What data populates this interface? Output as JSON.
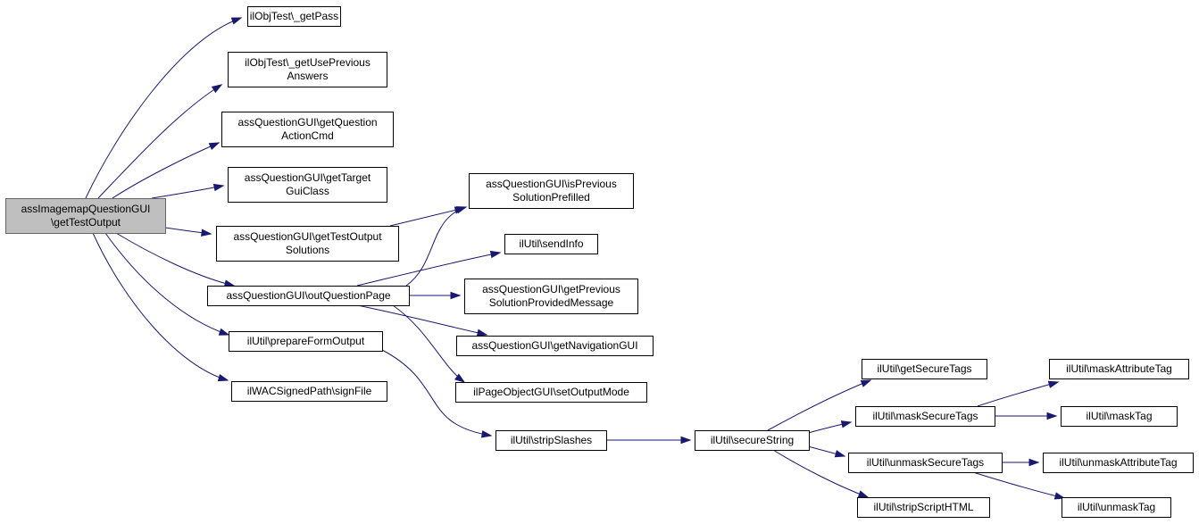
{
  "diagram": {
    "type": "call-graph",
    "nodes": [
      {
        "id": "root",
        "lines": [
          "assImagemapQuestionGUI",
          "\\getTestOutput"
        ],
        "highlighted": true
      },
      {
        "id": "getPass",
        "lines": [
          "ilObjTest\\_getPass"
        ]
      },
      {
        "id": "getUsePrev",
        "lines": [
          "ilObjTest\\_getUsePrevious",
          "Answers"
        ]
      },
      {
        "id": "getQAC",
        "lines": [
          "assQuestionGUI\\getQuestion",
          "ActionCmd"
        ]
      },
      {
        "id": "getTarget",
        "lines": [
          "assQuestionGUI\\getTarget",
          "GuiClass"
        ]
      },
      {
        "id": "getTOS",
        "lines": [
          "assQuestionGUI\\getTestOutput",
          "Solutions"
        ]
      },
      {
        "id": "outQP",
        "lines": [
          "assQuestionGUI\\outQuestionPage"
        ]
      },
      {
        "id": "prepForm",
        "lines": [
          "ilUtil\\prepareFormOutput"
        ]
      },
      {
        "id": "signFile",
        "lines": [
          "ilWACSignedPath\\signFile"
        ]
      },
      {
        "id": "isPrevSol",
        "lines": [
          "assQuestionGUI\\isPrevious",
          "SolutionPrefilled"
        ]
      },
      {
        "id": "sendInfo",
        "lines": [
          "ilUtil\\sendInfo"
        ]
      },
      {
        "id": "getPrevSol",
        "lines": [
          "assQuestionGUI\\getPrevious",
          "SolutionProvidedMessage"
        ]
      },
      {
        "id": "getNav",
        "lines": [
          "assQuestionGUI\\getNavigationGUI"
        ]
      },
      {
        "id": "setOutput",
        "lines": [
          "ilPageObjectGUI\\setOutputMode"
        ]
      },
      {
        "id": "stripSlashes",
        "lines": [
          "ilUtil\\stripSlashes"
        ]
      },
      {
        "id": "secureString",
        "lines": [
          "ilUtil\\secureString"
        ]
      },
      {
        "id": "getSecureTags",
        "lines": [
          "ilUtil\\getSecureTags"
        ]
      },
      {
        "id": "maskSecure",
        "lines": [
          "ilUtil\\maskSecureTags"
        ]
      },
      {
        "id": "unmaskSecure",
        "lines": [
          "ilUtil\\unmaskSecureTags"
        ]
      },
      {
        "id": "stripScript",
        "lines": [
          "ilUtil\\stripScriptHTML"
        ]
      },
      {
        "id": "maskAttr",
        "lines": [
          "ilUtil\\maskAttributeTag"
        ]
      },
      {
        "id": "maskTag",
        "lines": [
          "ilUtil\\maskTag"
        ]
      },
      {
        "id": "unmaskAttr",
        "lines": [
          "ilUtil\\unmaskAttributeTag"
        ]
      },
      {
        "id": "unmaskTag",
        "lines": [
          "ilUtil\\unmaskTag"
        ]
      }
    ],
    "edges": [
      {
        "from": "root",
        "to": "getPass"
      },
      {
        "from": "root",
        "to": "getUsePrev"
      },
      {
        "from": "root",
        "to": "getQAC"
      },
      {
        "from": "root",
        "to": "getTarget"
      },
      {
        "from": "root",
        "to": "getTOS"
      },
      {
        "from": "root",
        "to": "outQP"
      },
      {
        "from": "root",
        "to": "prepForm"
      },
      {
        "from": "root",
        "to": "signFile"
      },
      {
        "from": "getTOS",
        "to": "isPrevSol"
      },
      {
        "from": "outQP",
        "to": "isPrevSol"
      },
      {
        "from": "outQP",
        "to": "sendInfo"
      },
      {
        "from": "outQP",
        "to": "getPrevSol"
      },
      {
        "from": "outQP",
        "to": "getNav"
      },
      {
        "from": "outQP",
        "to": "setOutput"
      },
      {
        "from": "prepForm",
        "to": "stripSlashes"
      },
      {
        "from": "stripSlashes",
        "to": "secureString"
      },
      {
        "from": "secureString",
        "to": "getSecureTags"
      },
      {
        "from": "secureString",
        "to": "maskSecure"
      },
      {
        "from": "secureString",
        "to": "unmaskSecure"
      },
      {
        "from": "secureString",
        "to": "stripScript"
      },
      {
        "from": "maskSecure",
        "to": "maskAttr"
      },
      {
        "from": "maskSecure",
        "to": "maskTag"
      },
      {
        "from": "unmaskSecure",
        "to": "unmaskAttr"
      },
      {
        "from": "unmaskSecure",
        "to": "unmaskTag"
      }
    ]
  }
}
